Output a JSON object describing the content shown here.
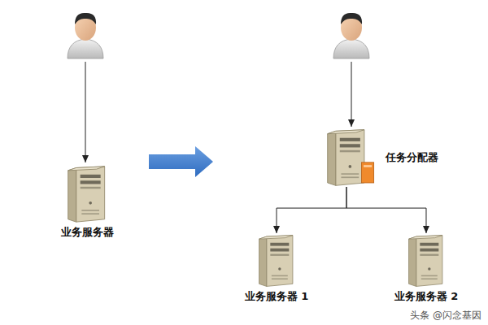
{
  "diagram": {
    "nodes": [
      {
        "text": [
          "业务服务器"
        ]
      },
      {
        "text": [
          "任务分配器"
        ]
      },
      {
        "text": [
          "业务服务器 1"
        ]
      },
      {
        "text": [
          "业务服务器 2"
        ]
      }
    ],
    "edges": [
      {
        "from": 1,
        "to": 2,
        "arrow": "to"
      },
      {
        "from": 1,
        "to": 3,
        "arrow": "to"
      }
    ],
    "labels": [
      "头条 @闪念基因"
    ]
  }
}
